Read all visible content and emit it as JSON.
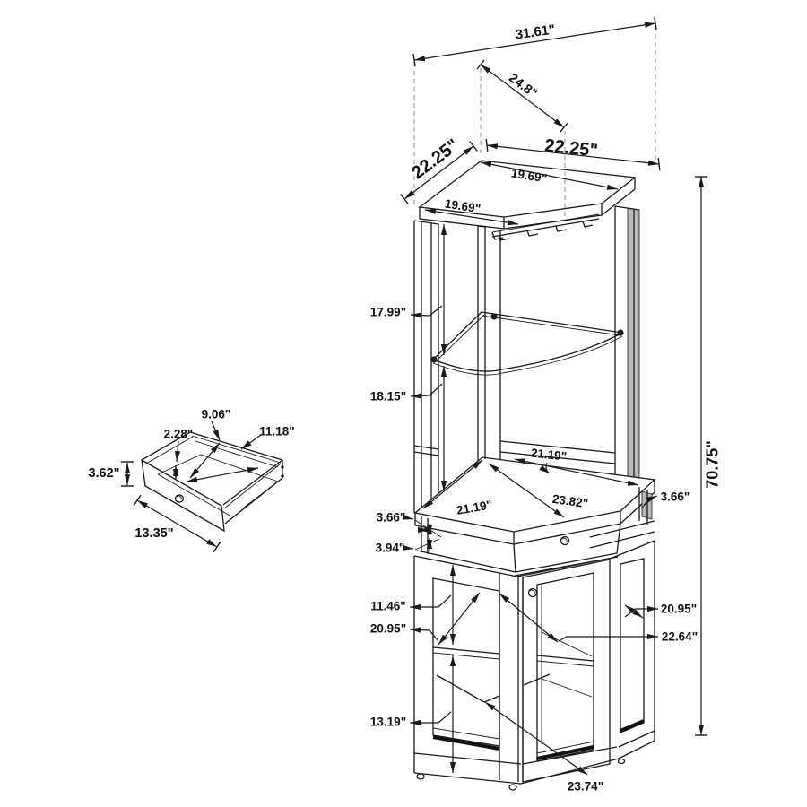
{
  "colors": {
    "line": "#1a1a1a",
    "shade": "#b9b9b9",
    "dash_guide": "#9a9a9a",
    "background": "#ffffff"
  },
  "dims": {
    "top_overall_width": "31.61\"",
    "top_diagonal_depth": "24.8\"",
    "top_side_left": "22.25\"",
    "top_side_right": "22.25\"",
    "top_inner_left": "19.69\"",
    "top_inner_right": "19.69\"",
    "hutch_upper_opening": "17.99\"",
    "hutch_lower_opening": "18.15\"",
    "overall_height": "70.75\"",
    "counter_back_right_edge": "21.19\"",
    "counter_back_left_edge": "21.19\"",
    "counter_diagonal": "23.82\"",
    "counter_edge_left": "3.66\"",
    "counter_edge_right": "3.66\"",
    "counter_apron_height": "3.94\"",
    "base_upper_opening_height": "11.46\"",
    "base_left_glass_width": "20.95\"",
    "base_right_glass_width": "20.95\"",
    "base_door_glass_width": "22.64\"",
    "base_lower_opening_height": "13.19\"",
    "base_front_width": "23.74\"",
    "drawer_inner_depth": "9.06\"",
    "drawer_inner_height": "2.28\"",
    "drawer_inner_width": "11.18\"",
    "drawer_front_height": "3.62\"",
    "drawer_front_width": "13.35\""
  }
}
